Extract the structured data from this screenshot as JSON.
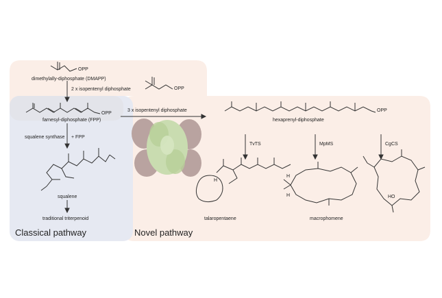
{
  "labels": {
    "opp": "OPP",
    "dmapp": "dimethylally-diphosphate (DMAPP)",
    "step1": "2 x isopentenyl diphosphate",
    "fpp": "farnesyl-diphosphate (FPP)",
    "step2": "3 x isopentenyl diphosphate",
    "hexaprenyl": "hexaprenyl-diphosphate",
    "squalene_synthase": "squalene synthase",
    "plus_fpp": "+ FPP",
    "squalene": "squalene",
    "traditional": "traditional triterpenoid",
    "tvts": "TvTS",
    "mpms": "MpMS",
    "cgcs": "CgCS",
    "talaropentaene": "talaropentaene",
    "macrophomene": "macrophomene",
    "h": "H",
    "ho": "HO"
  },
  "sections": {
    "classical": "Classical pathway",
    "novel": "Novel pathway"
  },
  "colors": {
    "peach": "#fbeee7",
    "blue_gray": "#e9ecf4",
    "protein_green": "#c9dcb0",
    "protein_mauve": "#b9a3a0",
    "line": "#333333"
  }
}
